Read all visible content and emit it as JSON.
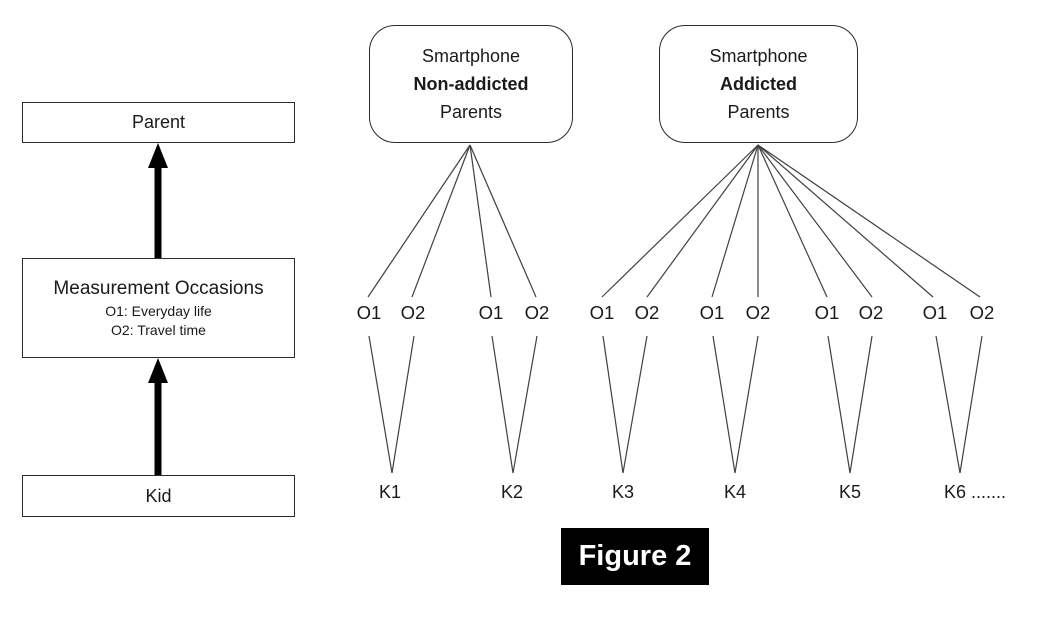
{
  "figure": {
    "caption": "Figure 2"
  },
  "left_panel": {
    "parent_box_label": "Parent",
    "measurement_box": {
      "title": "Measurement Occasions",
      "occasion1": "O1: Everyday life",
      "occasion2": "O2: Travel time"
    },
    "kid_box_label": "Kid"
  },
  "right_panel": {
    "group_boxes": [
      {
        "line1": "Smartphone",
        "line2": "Non-addicted",
        "line3": "Parents"
      },
      {
        "line1": "Smartphone",
        "line2": "Addicted",
        "line3": "Parents"
      }
    ],
    "occasion_pairs": [
      {
        "o1": "O1",
        "o2": "O2"
      },
      {
        "o1": "O1",
        "o2": "O2"
      },
      {
        "o1": "O1",
        "o2": "O2"
      },
      {
        "o1": "O1",
        "o2": "O2"
      },
      {
        "o1": "O1",
        "o2": "O2"
      },
      {
        "o1": "O1",
        "o2": "O2"
      }
    ],
    "kid_labels": [
      "K1",
      "K2",
      "K3",
      "K4",
      "K5",
      "K6 ......."
    ]
  },
  "colors": {
    "line": "#404040",
    "box_border": "#2b2b2b",
    "arrow": "#000000",
    "caption_background": "#000000",
    "caption_text": "#ffffff"
  }
}
